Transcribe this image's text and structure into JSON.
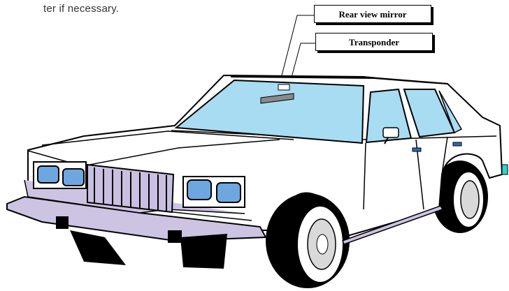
{
  "doc": {
    "fragment": "ter if necessary."
  },
  "labels": {
    "rear_view_mirror": "Rear view mirror",
    "transponder": "Transponder"
  },
  "colors": {
    "glass": "#a8dcf2",
    "headlight": "#6ea7e0",
    "chrome": "#cdc3e3",
    "grille": "#c9bfe0",
    "tire": "#000000",
    "body": "#ffffff",
    "transponder": "#8a8a8a",
    "trim_cyan": "#2fd6c8"
  },
  "icons": [
    "car-illustration",
    "rear-view-mirror-icon",
    "transponder-icon",
    "side-mirror-icon"
  ]
}
